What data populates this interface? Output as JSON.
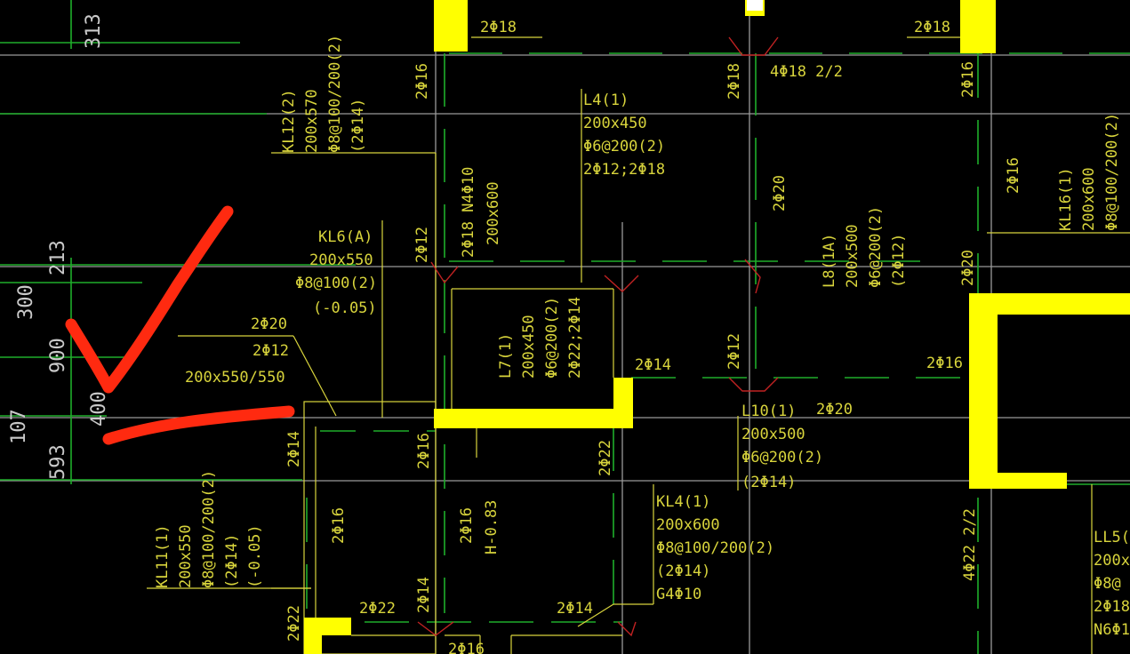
{
  "colors": {
    "background": "#000000",
    "text": "#d8d43c",
    "wall": "#ffff00",
    "axis": "#c9c9c9",
    "green": "#1fae2a",
    "markup": "#ff2a10"
  },
  "dimensions": {
    "top": [
      "313"
    ],
    "left_outer": [
      "300",
      "900",
      "107",
      "593"
    ],
    "left_inner": [
      "213",
      "400"
    ]
  },
  "labels": {
    "top_2phi18_left": "2Φ18",
    "top_2phi18_right": "2Φ18",
    "top_4phi18": "4Φ18 2/2",
    "left_col_2phi16_top": "2Φ16",
    "mid_col_2phi18": "2Φ18",
    "right_col_2phi16_top": "2Φ16",
    "kl12": [
      "KL12(2)",
      "200x570",
      "Φ8@100/200(2)",
      "(2Φ14)"
    ],
    "l4": [
      "L4(1)",
      "200x450",
      "Φ6@200(2)",
      "2Φ12;2Φ18"
    ],
    "n4": [
      "2Φ18 N4Φ10",
      "200x600"
    ],
    "kl6": [
      "KL6(A)",
      "200x550",
      "Φ8@100(2)",
      "(-0.05)"
    ],
    "left_2phi12": "2Φ12",
    "mid_2phi20": "2Φ20",
    "l8": [
      "L8(1A)",
      "200x500",
      "Φ6@200(2)",
      "(2Φ12)"
    ],
    "right_2phi20": "2Φ20",
    "kl16": [
      "KL16(1)",
      "200x600",
      "Φ8@100/200(2)"
    ],
    "right_2phi16_vert": "2Φ16",
    "beam_left_2phi20": "2Φ20",
    "beam_left_2phi12": "2Φ12",
    "beam_left_size": "200x550/550",
    "l7": [
      "L7(1)",
      "200x450",
      "Φ6@200(2)",
      "2Φ22;2Φ14"
    ],
    "h_2phi14": "2Φ14",
    "mid_2phi12": "2Φ12",
    "right_2phi16_h": "2Φ16",
    "l10": [
      "L10(1)",
      "200x500",
      "Φ6@200(2)",
      "(2Φ14)"
    ],
    "l10_2phi20": "2Φ20",
    "col_2phi14_left": "2Φ14",
    "col_2phi16_a": "2Φ16",
    "col_2phi22_mid": "2Φ22",
    "col_2phi16_b": "2Φ16",
    "col_2phi16_c": "2Φ16",
    "h_minus": "H-0.83",
    "kl4": [
      "KL4(1)",
      "200x600",
      "Φ8@100/200(2)",
      "(2Φ14)",
      "G4Φ10"
    ],
    "kl11": [
      "KL11(1)",
      "200x550",
      "Φ8@100/200(2)",
      "(2Φ14)",
      "(-0.05)"
    ],
    "right_4phi22": "4Φ22 2/2",
    "ll5": [
      "LL5(1",
      "200x8",
      "Φ8@",
      "2Φ18;",
      "N6Φ1"
    ],
    "bottom_2phi22_vert": "2Φ22",
    "bottom_2phi22": "2Φ22",
    "bottom_2phi14_vert": "2Φ14",
    "bottom_2phi14": "2Φ14",
    "bottom_2phi16": "2Φ16"
  }
}
